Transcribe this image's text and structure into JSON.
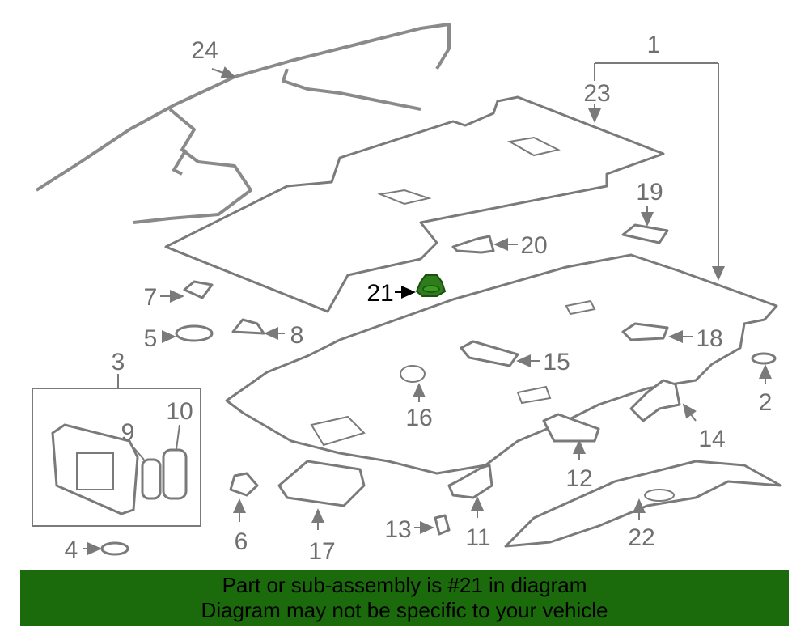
{
  "diagram": {
    "labels": {
      "p1": "1",
      "p2": "2",
      "p3": "3",
      "p4": "4",
      "p5": "5",
      "p6": "6",
      "p7": "7",
      "p8": "8",
      "p9": "9",
      "p10": "10",
      "p11": "11",
      "p12": "12",
      "p13": "13",
      "p14": "14",
      "p15": "15",
      "p16": "16",
      "p17": "17",
      "p18": "18",
      "p19": "19",
      "p20": "20",
      "p21": "21",
      "p22": "22",
      "p23": "23",
      "p24": "24"
    },
    "highlight_part": "21",
    "highlight_color": "#2e7d1a"
  },
  "banner": {
    "line1": "Part or sub-assembly is #21 in diagram",
    "line2": "Diagram may not be specific to your vehicle",
    "color": "#1b6a0b"
  }
}
